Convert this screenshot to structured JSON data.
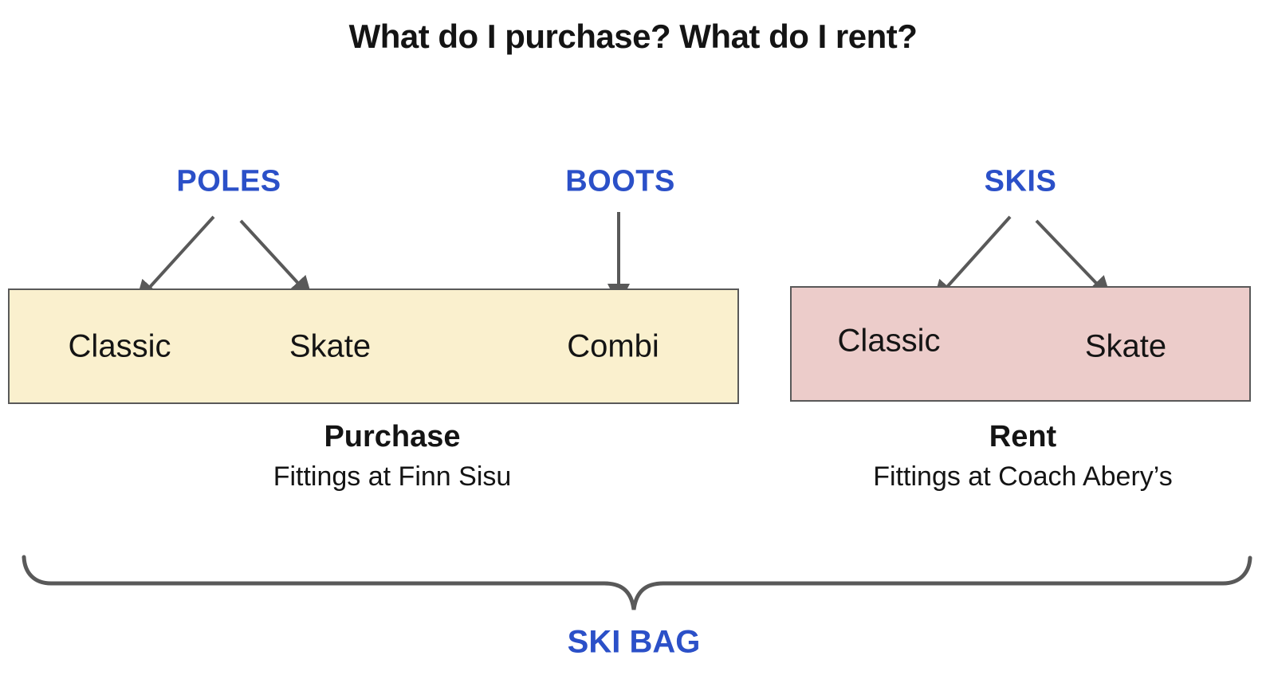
{
  "title": "What do I purchase? What do I rent?",
  "colors": {
    "label_blue": "#2b50c8",
    "arrow_gray": "#595959",
    "box_border": "#595959",
    "purchase_box_fill": "#faf0ce",
    "rent_box_fill": "#ecccca"
  },
  "categories": {
    "poles": "POLES",
    "boots": "BOOTS",
    "skis": "SKIS"
  },
  "purchase_box": {
    "items": [
      "Classic",
      "Skate",
      "Combi"
    ],
    "caption_title": "Purchase",
    "caption_subtitle": "Fittings at Finn Sisu"
  },
  "rent_box": {
    "items": [
      "Classic",
      "Skate"
    ],
    "caption_title": "Rent",
    "caption_subtitle": "Fittings at Coach Abery’s"
  },
  "brace_label": "SKI BAG"
}
